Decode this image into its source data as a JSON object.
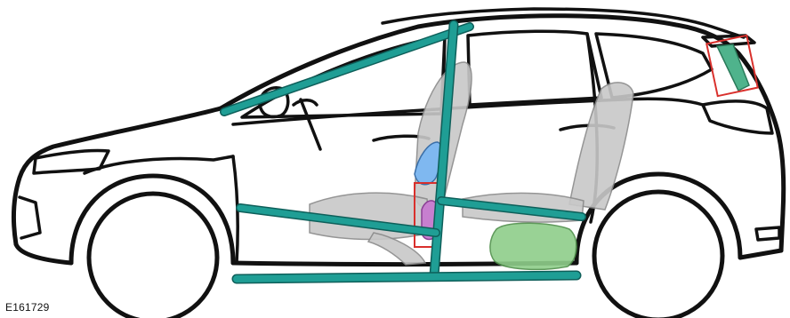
{
  "figure": {
    "id_label": "E161729"
  },
  "colors": {
    "reinforcement": "#1f9e95",
    "reinforcement_edge": "#0e5f5a",
    "highlight_box": "#d9302c",
    "airbag_blue": "#7fb8f0",
    "airbag_purple": "#c77fcf",
    "airbag_green": "#8fce8a",
    "seat_grey": "#c8c8c8"
  },
  "components": [
    {
      "name": "a-pillar-roof-rail",
      "kind": "reinforcement"
    },
    {
      "name": "b-pillar",
      "kind": "reinforcement"
    },
    {
      "name": "door-beam-front",
      "kind": "reinforcement"
    },
    {
      "name": "door-beam-rear",
      "kind": "reinforcement"
    },
    {
      "name": "rocker-panel",
      "kind": "reinforcement"
    },
    {
      "name": "seat-side-airbag",
      "kind": "module"
    },
    {
      "name": "side-impact-sensor",
      "kind": "module"
    },
    {
      "name": "knee-area-module",
      "kind": "module"
    },
    {
      "name": "rear-window-module",
      "kind": "module"
    }
  ]
}
